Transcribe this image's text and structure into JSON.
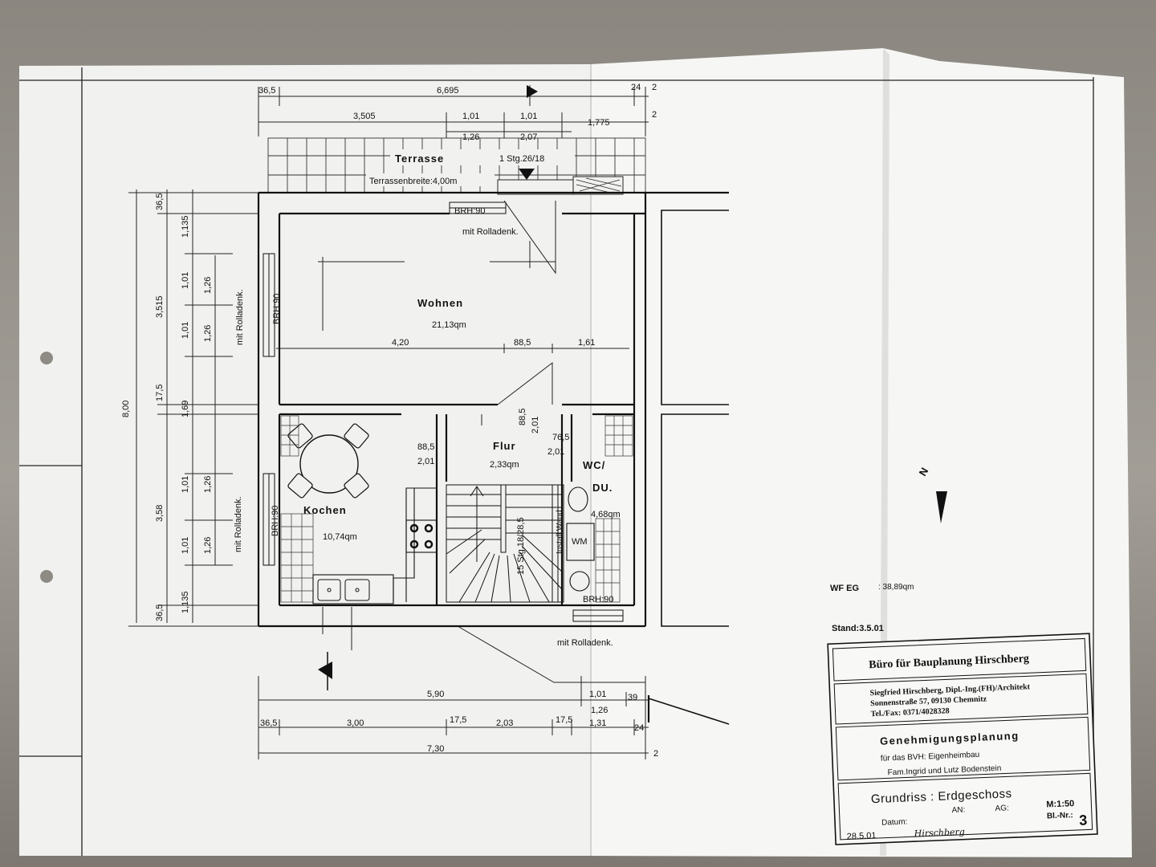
{
  "dimensions_top": {
    "overall": "6,695",
    "left_offset": "36,5",
    "right_small_a": "24",
    "right_small_b": "2",
    "row2": [
      "3,505",
      "1,01",
      "1,01",
      "1,775",
      "2"
    ],
    "row3": [
      "1,26",
      "2,07"
    ]
  },
  "dimensions_left": {
    "overall": "8,00",
    "col1": [
      "36,5",
      "3,515",
      "17,5",
      "3,58",
      "36,5"
    ],
    "col2": [
      "1,135",
      "1,01",
      "1,01",
      "1,69",
      "1,01",
      "1,01",
      "1,135"
    ],
    "col3": [
      "1,26",
      "1,26",
      "1,26",
      "1,26"
    ]
  },
  "dimensions_bottom": {
    "row1": [
      "5,90",
      "1,01",
      "39"
    ],
    "row1b": [
      "1,26"
    ],
    "row2": [
      "36,5",
      "3,00",
      "17,5",
      "2,03",
      "17,5",
      "1,31",
      "24"
    ],
    "overall": "7,30",
    "right_small": "2"
  },
  "rooms": {
    "terrace": {
      "name": "Terrasse",
      "steps": "1 Stg.26/18",
      "width": "Terrassenbreite:4,00m"
    },
    "living": {
      "name": "Wohnen",
      "area": "21,13qm"
    },
    "kitchen": {
      "name": "Kochen",
      "area": "10,74qm"
    },
    "hall": {
      "name": "Flur",
      "area": "2,33qm"
    },
    "wc": {
      "name": "WC/",
      "name2": "DU.",
      "area": "4,68qm"
    }
  },
  "annotations": {
    "brh_top": "BRH:90",
    "rolladen_top": "mit Rolladenk.",
    "brh_left_living": "BRH:90",
    "rolladen_left_living": "mit Rolladenk.",
    "brh_left_kitchen": "BRH:90",
    "rolladen_left_kitchen": "mit Rolladenk.",
    "brh_wc": "BRH:90",
    "rolladen_bottom": "mit Rolladenk.",
    "living_dims": [
      "4,20",
      "88,5",
      "1,61"
    ],
    "door_kitchen": [
      "88,5",
      "2,01"
    ],
    "door_hall_vertical": [
      "88,5",
      "2,01"
    ],
    "door_wc": [
      "76,5",
      "2,01"
    ],
    "stairs": "15 Stg.18/28,5",
    "install_wall": "Install.Wand",
    "washer": "WM",
    "north": "N"
  },
  "side_info": {
    "wf_label": "WF EG",
    "wf_value": ": 38,89qm",
    "stand": "Stand:3.5.01"
  },
  "title_block": {
    "office": "Büro für Bauplanung Hirschberg",
    "address1": "Siegfried Hirschberg, Dipl.-Ing.(FH)/Architekt",
    "address2": "Sonnenstraße 57, 09130 Chemnitz",
    "address3": "Tel./Fax: 0371/4028328",
    "planning": "Genehmigungsplanung",
    "project": "für das BVH: Eigenheimbau",
    "client": "Fam.Ingrid und Lutz Bodenstein",
    "drawing": "Grundriss : Erdgeschoss",
    "an": "AN:",
    "ag": "AG:",
    "scale": "M:1:50",
    "date_label": "Datum:",
    "sheet_label": "Bl.-Nr.:",
    "sheet": "3",
    "date": "28.5.01",
    "signature": "Hirschberg"
  }
}
